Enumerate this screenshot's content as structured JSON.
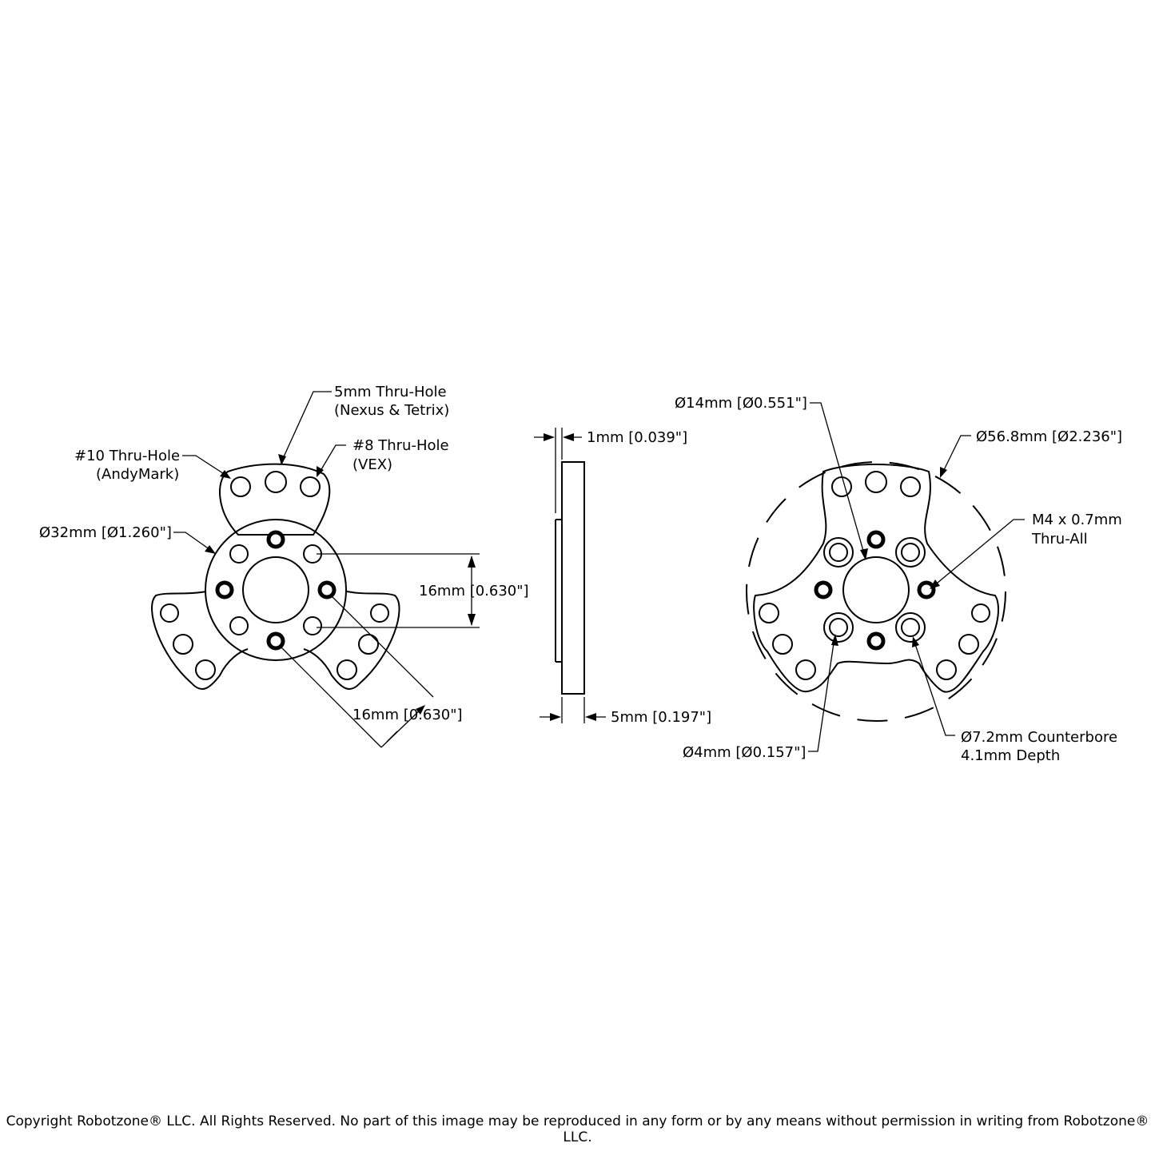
{
  "labels": {
    "hole_5mm_l1": "5mm Thru-Hole",
    "hole_5mm_l2": "(Nexus & Tetrix)",
    "hole_10_l1": "#10 Thru-Hole",
    "hole_10_l2": "(AndyMark)",
    "hole_8_l1": "#8 Thru-Hole",
    "hole_8_l2": "(VEX)",
    "dia_32": "Ø32mm [Ø1.260\"]",
    "dim_16_vertical": "16mm [0.630\"]",
    "dim_16_diagonal": "16mm [0.630\"]",
    "dim_1mm": "1mm [0.039\"]",
    "dim_5mm": "5mm [0.197\"]",
    "dia_14": "Ø14mm [Ø0.551\"]",
    "dia_56_8": "Ø56.8mm [Ø2.236\"]",
    "tap_l1": "M4 x 0.7mm",
    "tap_l2": "Thru-All",
    "dia_4": "Ø4mm [Ø0.157\"]",
    "cbore_l1": "Ø7.2mm Counterbore",
    "cbore_l2": "4.1mm Depth"
  },
  "copyright": "Copyright Robotzone® LLC.  All Rights Reserved. No part of this image may be reproduced in any form or by any means without permission in writing from Robotzone® LLC."
}
